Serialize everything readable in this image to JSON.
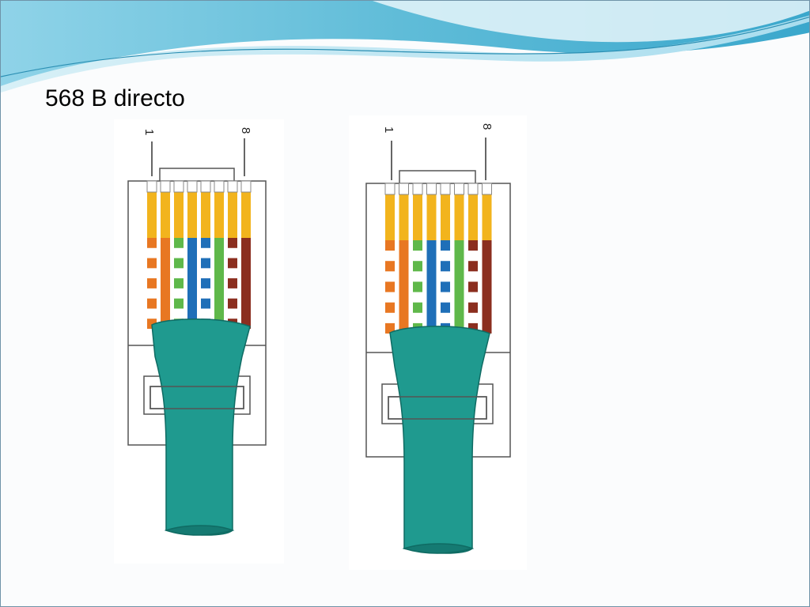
{
  "slide": {
    "title": "568 B directo"
  },
  "connectors": [
    {
      "id": "left",
      "pin_first_label": "1",
      "pin_last_label": "8"
    },
    {
      "id": "right",
      "pin_first_label": "1",
      "pin_last_label": "8"
    }
  ],
  "wire_order": [
    {
      "pin": 1,
      "color": "#e87722",
      "striped": true
    },
    {
      "pin": 2,
      "color": "#e87722",
      "striped": false
    },
    {
      "pin": 3,
      "color": "#5fb84a",
      "striped": true
    },
    {
      "pin": 4,
      "color": "#1f6fb8",
      "striped": false
    },
    {
      "pin": 5,
      "color": "#1f6fb8",
      "striped": true
    },
    {
      "pin": 6,
      "color": "#5fb84a",
      "striped": false
    },
    {
      "pin": 7,
      "color": "#8b2e1f",
      "striped": true
    },
    {
      "pin": 8,
      "color": "#8b2e1f",
      "striped": false
    }
  ],
  "colors": {
    "contact_gold": "#f2b41d",
    "cable_jacket": "#1f9a8f",
    "banner_light": "#bfe6f2",
    "banner_mid": "#6cc3dc",
    "banner_dark": "#2b8fb3"
  }
}
